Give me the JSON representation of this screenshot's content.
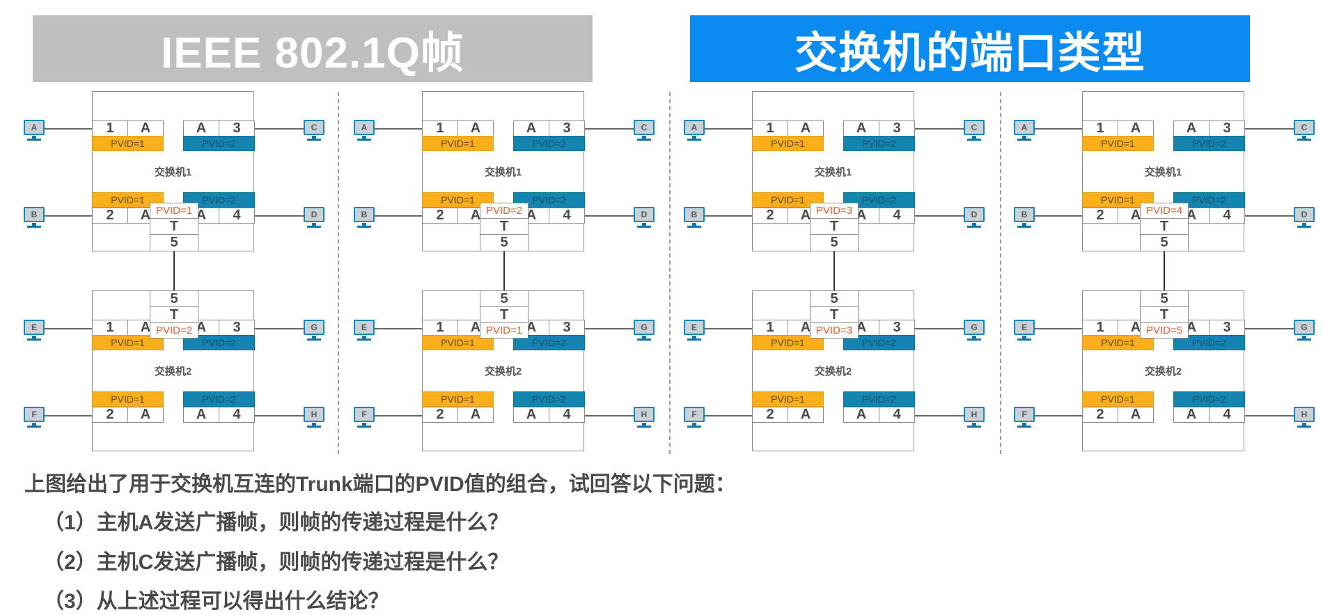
{
  "header": {
    "left_title": "IEEE 802.1Q帧",
    "right_title": "交换机的端口类型"
  },
  "colors": {
    "left_header_bg": "#bfbfbf",
    "right_header_bg": "#0a8bf0",
    "vlan1_port": "#f9ae1a",
    "vlan2_port": "#1484b0",
    "trunk_pvid_text": "#ef5a28",
    "host_icon": "#1487b5"
  },
  "common": {
    "switch1_label": "交换机1",
    "switch2_label": "交换机2",
    "access_type": "A",
    "trunk_type": "T",
    "trunk_port": "5",
    "switch1_ports": [
      {
        "port": "1",
        "pvid": "PVID=1",
        "vlan": 1,
        "host": "A"
      },
      {
        "port": "2",
        "pvid": "PVID=1",
        "vlan": 1,
        "host": "B"
      },
      {
        "port": "3",
        "pvid": "PVID=2",
        "vlan": 2,
        "host": "C"
      },
      {
        "port": "4",
        "pvid": "PVID=2",
        "vlan": 2,
        "host": "D"
      }
    ],
    "switch2_ports": [
      {
        "port": "1",
        "pvid": "PVID=1",
        "vlan": 1,
        "host": "E"
      },
      {
        "port": "2",
        "pvid": "PVID=1",
        "vlan": 1,
        "host": "F"
      },
      {
        "port": "3",
        "pvid": "PVID=2",
        "vlan": 2,
        "host": "G"
      },
      {
        "port": "4",
        "pvid": "PVID=2",
        "vlan": 2,
        "host": "H"
      }
    ]
  },
  "panels": [
    {
      "switch1_trunk_pvid": "PVID=1",
      "switch2_trunk_pvid": "PVID=2"
    },
    {
      "switch1_trunk_pvid": "PVID=2",
      "switch2_trunk_pvid": "PVID=1"
    },
    {
      "switch1_trunk_pvid": "PVID=3",
      "switch2_trunk_pvid": "PVID=3"
    },
    {
      "switch1_trunk_pvid": "PVID=4",
      "switch2_trunk_pvid": "PVID=5"
    }
  ],
  "question": {
    "intro": "上图给出了用于交换机互连的Trunk端口的PVID值的组合，试回答以下问题：",
    "items": [
      "（1）主机A发送广播帧，则帧的传递过程是什么？",
      "（2）主机C发送广播帧，则帧的传递过程是什么？",
      "（3）从上述过程可以得出什么结论？"
    ]
  }
}
